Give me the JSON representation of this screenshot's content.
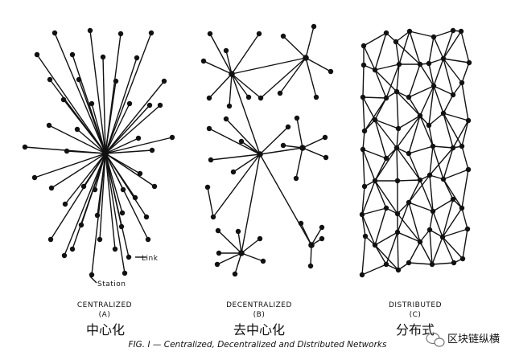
{
  "colors": {
    "ink": "#111111",
    "chinese_label": "#3a7fc4",
    "background": "#ffffff"
  },
  "panels": [
    {
      "label": "CENTRALIZED",
      "letter": "(A)",
      "chinese": "中心化"
    },
    {
      "label": "DECENTRALIZED",
      "letter": "(B)",
      "chinese": "去中心化"
    },
    {
      "label": "DISTRIBUTED",
      "letter": "(C)",
      "chinese": "分布式"
    }
  ],
  "annotations": {
    "link": "Link",
    "station": "Station"
  },
  "caption": "FIG. I — Centralized, Decentralized and Distributed Networks",
  "watermark": {
    "text": "区块链纵横",
    "icon": "wechat-icon"
  }
}
